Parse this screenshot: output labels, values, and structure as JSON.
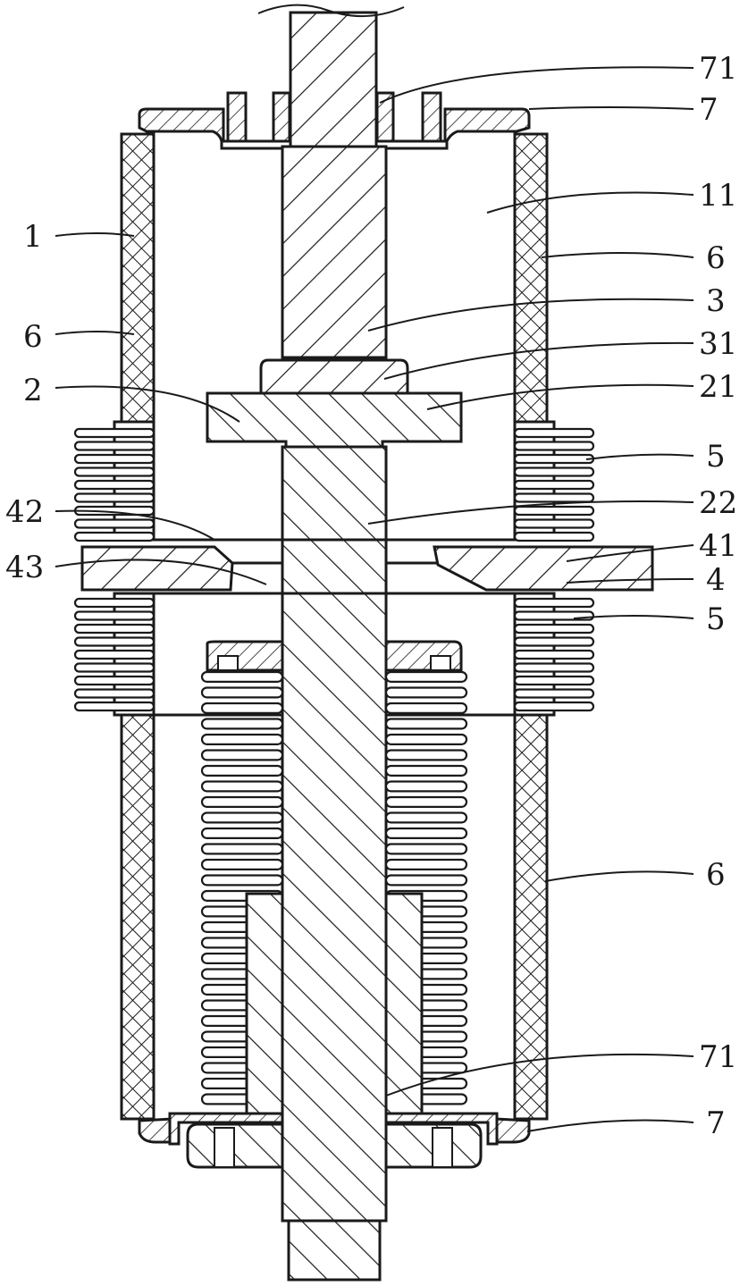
{
  "diagram": {
    "colors": {
      "ink": "#1a1a1a",
      "background": "#ffffff"
    },
    "labels": {
      "l71_top": "71",
      "l7_top": "7",
      "l11": "11",
      "l1": "1",
      "l6_right_top": "6",
      "l6_left": "6",
      "l3": "3",
      "l31": "31",
      "l2": "2",
      "l21": "21",
      "l5_top": "5",
      "l42": "42",
      "l22": "22",
      "l43": "43",
      "l41": "41",
      "l4": "4",
      "l5_bottom": "5",
      "l6_right_bottom": "6",
      "l71_bottom": "71",
      "l7_bottom": "7"
    }
  }
}
